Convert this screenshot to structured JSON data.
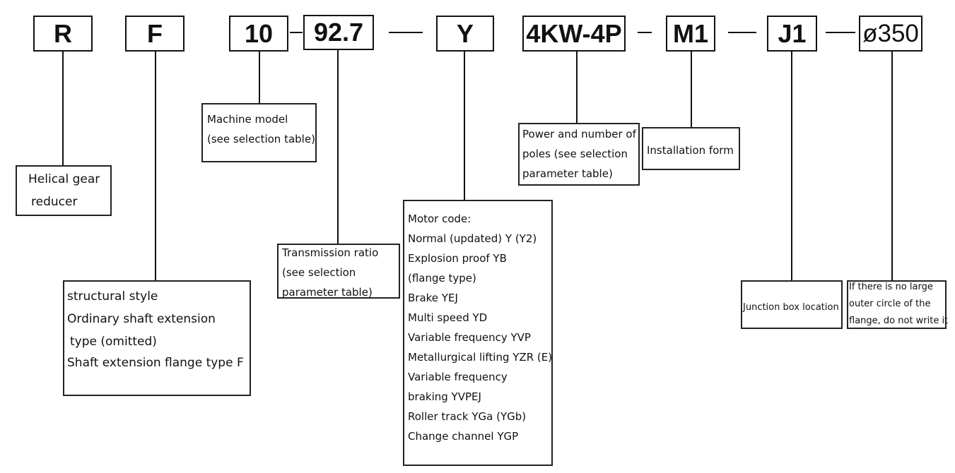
{
  "codes": [
    {
      "id": "r",
      "text": "R"
    },
    {
      "id": "f",
      "text": "F"
    },
    {
      "id": "model",
      "text": "10"
    },
    {
      "id": "ratio",
      "text": "92.7"
    },
    {
      "id": "motor",
      "text": "Y"
    },
    {
      "id": "power",
      "text": "4KW-4P"
    },
    {
      "id": "install",
      "text": "M1"
    },
    {
      "id": "junction",
      "text": "J1"
    },
    {
      "id": "flange",
      "text": "ø350"
    }
  ],
  "descriptions": {
    "helical": [
      "Helical gear",
      "reducer"
    ],
    "structural": [
      "structural style",
      "Ordinary shaft extension",
      "type (omitted)",
      "Shaft extension flange type F"
    ],
    "machine_model": [
      "Machine model",
      "(see selection table)"
    ],
    "transmission": [
      "Transmission ratio",
      "(see selection",
      "parameter table)"
    ],
    "motor_code": [
      "Motor code:",
      "Normal (updated) Y (Y2)",
      "Explosion proof YB",
      "(flange type)",
      "Brake YEJ",
      "Multi speed YD",
      "Variable frequency YVP",
      "Metallurgical lifting YZR (E)",
      "Variable frequency",
      "braking YVPEJ",
      "Roller track YGa (YGb)",
      "Change channel YGP"
    ],
    "power_poles": [
      "Power and number of",
      "poles (see selection",
      "parameter table)"
    ],
    "installation": [
      "Installation form"
    ],
    "junction": [
      "Junction box location"
    ],
    "flange_note": [
      "If there is no large",
      "outer circle of the",
      "flange, do not write it"
    ]
  }
}
